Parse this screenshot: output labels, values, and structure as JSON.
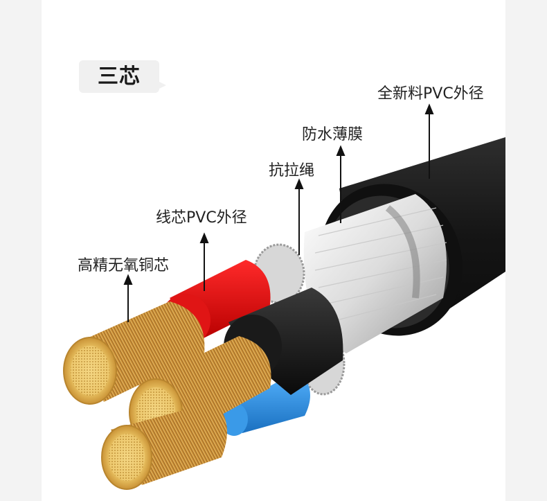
{
  "badge": {
    "text": "三芯"
  },
  "labels": {
    "outer_sheath": "全新料PVC外径",
    "waterproof_film": "防水薄膜",
    "tensile_rope": "抗拉绳",
    "core_insulation": "线芯PVC外径",
    "copper_conductor": "高精无氧铜芯"
  },
  "colors": {
    "sheath": "#1c1c1c",
    "red_insulation": "#e01010",
    "blue_insulation": "#2a8fe0",
    "black_insulation": "#161616",
    "copper": "#d9a44a"
  }
}
